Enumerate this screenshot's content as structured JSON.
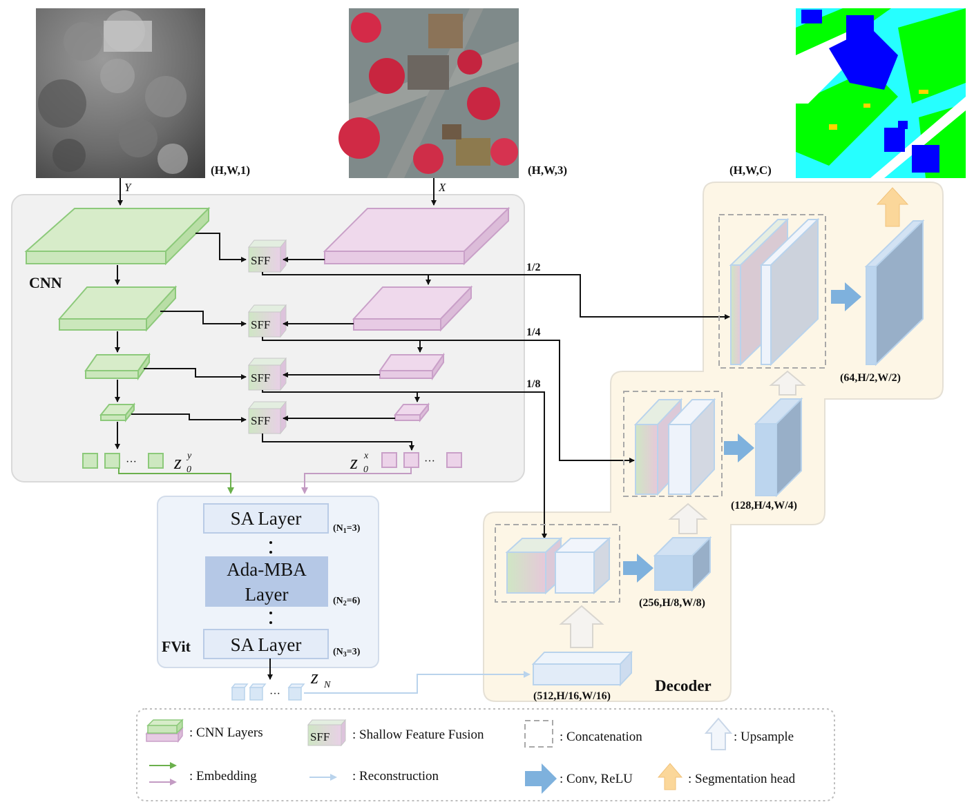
{
  "images": {
    "depth_dims": "(H,W,1)",
    "rgb_dims": "(H,W,3)",
    "seg_dims": "(H,W,C)",
    "y_label": "Y",
    "x_label": "X"
  },
  "encoder": {
    "title": "CNN",
    "sff_label": "SFF",
    "scale_half": "1/2",
    "scale_quarter": "1/4",
    "scale_eighth": "1/8",
    "zy_label": "z",
    "zy_sup": "y",
    "zy_sub": "0",
    "zx_label": "z",
    "zx_sup": "x",
    "zx_sub": "0",
    "ellipsis": "···"
  },
  "fvit": {
    "title": "FVit",
    "sa_layer_top": "SA  Layer",
    "n1": "(N",
    "n1_sub": "1",
    "n1_val": "=3)",
    "ada_line1": "Ada-MBA",
    "ada_line2": "Layer",
    "n2": "(N",
    "n2_sub": "2",
    "n2_val": "=6)",
    "sa_layer_bottom": "SA  Layer",
    "n3": "(N",
    "n3_sub": "3",
    "n3_val": "=3)",
    "zn_label": "z",
    "zn_sub": "N",
    "ellipsis": "···"
  },
  "decoder": {
    "title": "Decoder",
    "dim_512": "(512,H/16,W/16)",
    "dim_256": "(256,H/8,W/8)",
    "dim_128": "(128,H/4,W/4)",
    "dim_64": "(64,H/2,W/2)"
  },
  "legend": {
    "cnn_layers": ": CNN Layers",
    "sff_icon": "SFF",
    "sff": ": Shallow Feature Fusion",
    "concat": ": Concatenation",
    "upsample": ": Upsample",
    "embedding": ": Embedding",
    "reconstruction": ": Reconstruction",
    "conv_relu": ": Conv, ReLU",
    "seg_head": ": Segmentation head"
  },
  "colors": {
    "cnn_green": "#cde8c0",
    "cnn_green_stroke": "#8cc97a",
    "rgb_pink": "#ecd3e9",
    "rgb_pink_stroke": "#c9a0c8",
    "decoder_bg": "#fdf6e6",
    "encoder_bg": "#f1f1f1",
    "fvit_bg": "#eef3fa",
    "ada_fill": "#b5c8e6",
    "conv_arrow": "#7eb1dd",
    "seg_arrow": "#fbd79a"
  }
}
